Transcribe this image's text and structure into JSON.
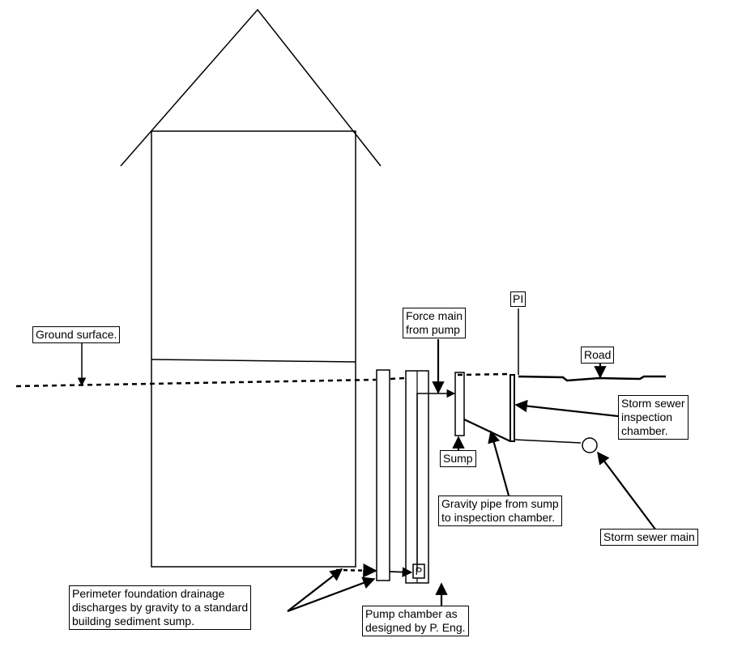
{
  "labels": {
    "ground_surface": "Ground surface.",
    "force_main": [
      "Force main",
      "from pump"
    ],
    "pi_marker": "PI",
    "road": "Road",
    "storm_inspection": [
      "Storm sewer",
      "inspection",
      "chamber."
    ],
    "sump": "Sump",
    "gravity_pipe": [
      "Gravity pipe from sump",
      "to inspection chamber."
    ],
    "storm_main": "Storm sewer main",
    "perimeter_drainage": [
      "Perimeter foundation drainage",
      "discharges by gravity to a standard",
      "building sediment sump."
    ],
    "pump_marker": "P",
    "pump_chamber": [
      "Pump chamber as",
      "designed by P. Eng."
    ]
  },
  "colors": {
    "line": "#000000",
    "background": "#ffffff"
  }
}
